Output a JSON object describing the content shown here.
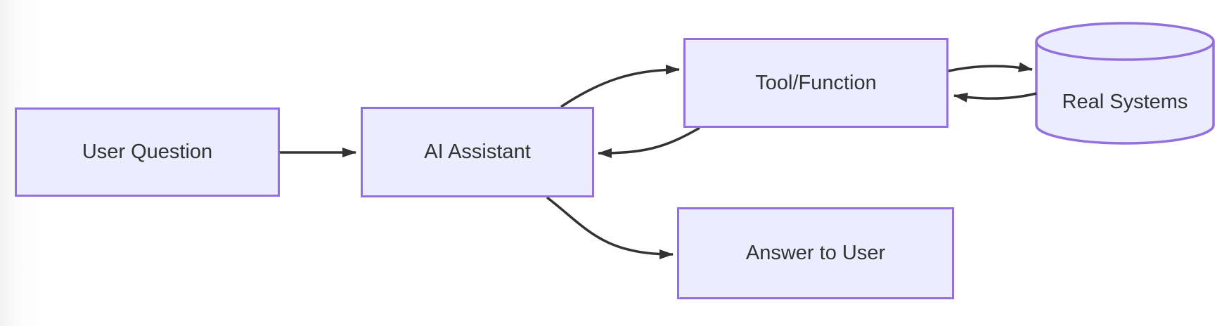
{
  "diagram": {
    "type": "flowchart",
    "direction": "left-to-right",
    "nodes": [
      {
        "id": "user_question",
        "label": "User Question",
        "shape": "rectangle"
      },
      {
        "id": "ai_assistant",
        "label": "AI Assistant",
        "shape": "rectangle"
      },
      {
        "id": "tool_function",
        "label": "Tool/Function",
        "shape": "rectangle"
      },
      {
        "id": "answer_to_user",
        "label": "Answer to User",
        "shape": "rectangle"
      },
      {
        "id": "real_systems",
        "label": "Real Systems",
        "shape": "cylinder"
      }
    ],
    "edges": [
      {
        "from": "user_question",
        "to": "ai_assistant",
        "style": "straight-arrow"
      },
      {
        "from": "ai_assistant",
        "to": "tool_function",
        "style": "curved-arrow"
      },
      {
        "from": "tool_function",
        "to": "ai_assistant",
        "style": "curved-arrow"
      },
      {
        "from": "tool_function",
        "to": "real_systems",
        "style": "curved-arrow"
      },
      {
        "from": "real_systems",
        "to": "tool_function",
        "style": "curved-arrow"
      },
      {
        "from": "ai_assistant",
        "to": "answer_to_user",
        "style": "curved-arrow"
      }
    ],
    "colors": {
      "node_fill": "#ECECFF",
      "node_border": "#9370DB",
      "edge_stroke": "#333333",
      "text": "#333333",
      "background": "#FFFFFF"
    }
  }
}
